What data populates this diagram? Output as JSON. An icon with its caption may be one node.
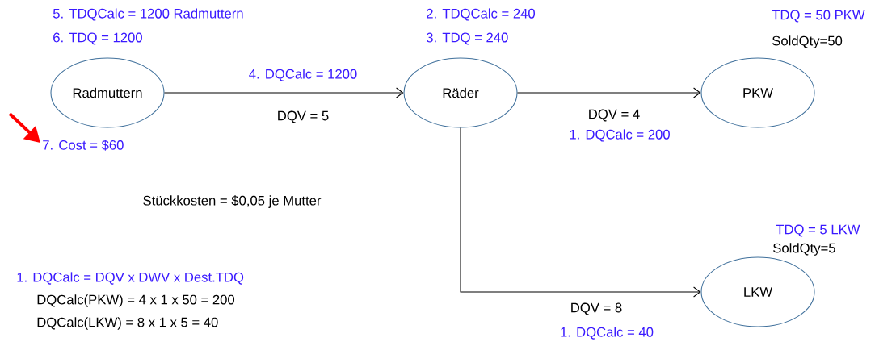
{
  "diagram": {
    "nodes": [
      {
        "text": [
          "Radmuttern"
        ],
        "beside": [
          "5. TDQCalc = 1200 Radmuttern",
          "6. TDQ = 1200",
          "7. Cost = $60"
        ]
      },
      {
        "text": [
          "Räder"
        ],
        "beside": [
          "2. TDQCalc = 240",
          "3. TDQ = 240"
        ]
      },
      {
        "text": [
          "PKW"
        ],
        "beside": [
          "TDQ = 50 PKW",
          "SoldQty=50"
        ]
      },
      {
        "text": [
          "LKW"
        ],
        "beside": [
          "TDQ = 5 LKW",
          "SoldQty=5"
        ]
      }
    ],
    "edges": [
      {
        "from": 0,
        "to": 1,
        "arrow": "to",
        "label": "DQV = 5"
      },
      {
        "from": 1,
        "to": 2,
        "arrow": "to",
        "label": "DQV = 4"
      },
      {
        "from": 1,
        "to": 3,
        "arrow": "to",
        "label": "DQV = 8"
      }
    ],
    "labels": [
      "4. DQCalc = 1200",
      "1. DQCalc = 200",
      "Stückkosten = $0,05 je Mutter",
      "1. DQCalc = DQV x DWV x Dest.TDQ",
      "DQCalc(PKW) = 4 x 1 x 50 = 200",
      "DQCalc(LKW) = 8 x 1 x 5 = 40",
      "1. DQCalc = 40"
    ]
  }
}
